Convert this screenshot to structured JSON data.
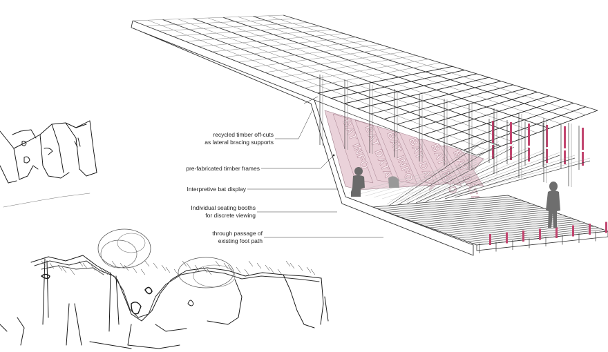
{
  "annotations": [
    {
      "lines": [
        "recycled timber off-cuts",
        "as lateral bracing supports"
      ]
    },
    {
      "lines": [
        "pre-fabricated timber frames"
      ]
    },
    {
      "lines": [
        "Interpretive bat display"
      ]
    },
    {
      "lines": [
        "Individual seating booths",
        "for discrete viewing"
      ]
    },
    {
      "lines": [
        "through passage of",
        "existing foot path"
      ]
    }
  ],
  "display_panels": [
    "BAT INFO",
    "BAT DATA",
    "BAT INFO",
    "BAT DATA",
    "BAT INFO",
    "BAT DATA"
  ],
  "colors": {
    "accent": "#c2456f",
    "panel": "#e9cfd7",
    "line": "#2a2a2a",
    "sketch": "#1a1a1a"
  }
}
